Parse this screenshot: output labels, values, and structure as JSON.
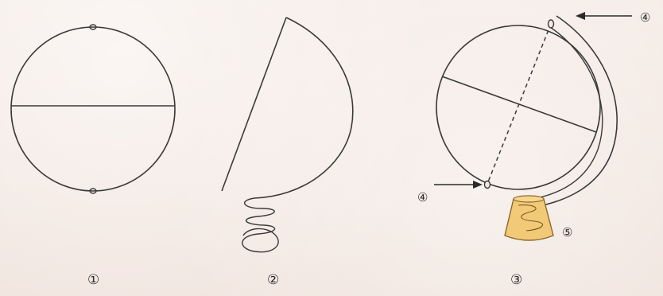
{
  "figure": {
    "panels": [
      {
        "id": "panel-1",
        "label": "①"
      },
      {
        "id": "panel-2",
        "label": "②"
      },
      {
        "id": "panel-3",
        "label": "③"
      }
    ],
    "markers": {
      "top_right": "④",
      "bottom_left": "④",
      "base": "⑤"
    },
    "colors": {
      "ink": "#3a3a3a",
      "base_fill": "#f2c977",
      "base_stroke": "#8a6a2c",
      "background": "#f3e9e3"
    }
  }
}
